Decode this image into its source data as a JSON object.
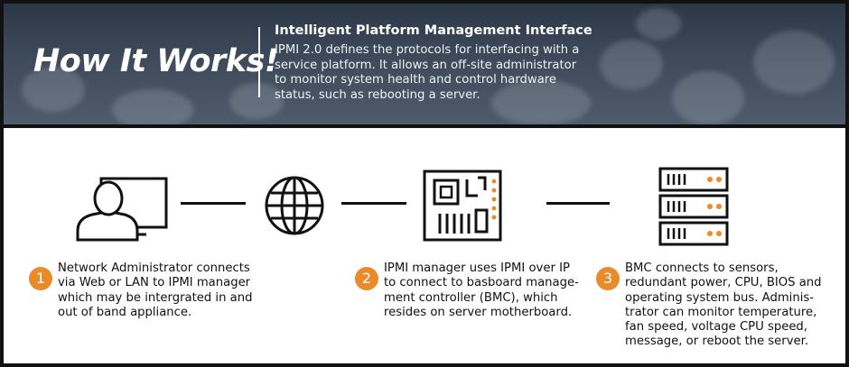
{
  "header": {
    "title": "How It Works!",
    "subtitle": "Intelligent Platform Management Interface",
    "description": "IPMI 2.0 defines the protocols for interfacing with a service platform. It allows an off-site administrator to monitor system health and control hardware status, such as rebooting a server."
  },
  "icons": [
    "admin-computer-icon",
    "globe-icon",
    "motherboard-icon",
    "server-rack-icon"
  ],
  "colors": {
    "accent": "#e98a2b",
    "ink": "#111111",
    "banner": "#3e4a5a"
  },
  "steps": [
    {
      "number": "1",
      "text": "Network Administrator connects\nvia Web or LAN to IPMI manager\nwhich may be intergrated in and\nout of band appliance."
    },
    {
      "number": "2",
      "text": "IPMI manager uses IPMI over IP\nto connect to basboard manage-\nment controller (BMC), which\nresides on server motherboard."
    },
    {
      "number": "3",
      "text": "BMC connects to sensors,\nredundant power, CPU, BIOS and\noperating system bus. Adminis-\ntrator can monitor temperature,\nfan speed, voltage CPU speed,\nmessage, or reboot the server."
    }
  ]
}
